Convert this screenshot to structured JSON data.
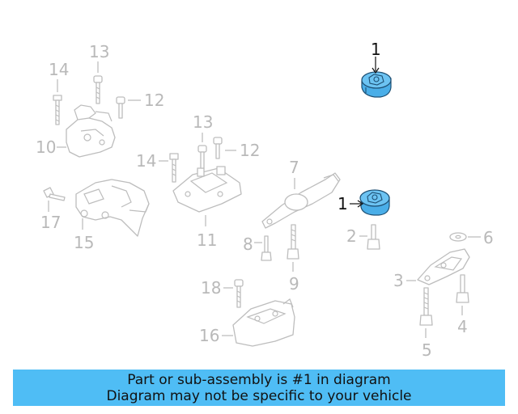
{
  "callouts": {
    "c1_top": "1",
    "c1_mid": "1",
    "c2": "2",
    "c3": "3",
    "c4": "4",
    "c5": "5",
    "c6": "6",
    "c7": "7",
    "c8": "8",
    "c9": "9",
    "c10": "10",
    "c11": "11",
    "c12_left": "12",
    "c12_right": "12",
    "c13_left": "13",
    "c13_right": "13",
    "c14_left": "14",
    "c14_right": "14",
    "c15": "15",
    "c16": "16",
    "c17": "17",
    "c18": "18"
  },
  "highlight_color": "#4aaee8",
  "banner": {
    "line1": "Part or sub-assembly is #1 in diagram",
    "line2": "Diagram may not be specific to your vehicle",
    "background": "#4fbdf5"
  }
}
